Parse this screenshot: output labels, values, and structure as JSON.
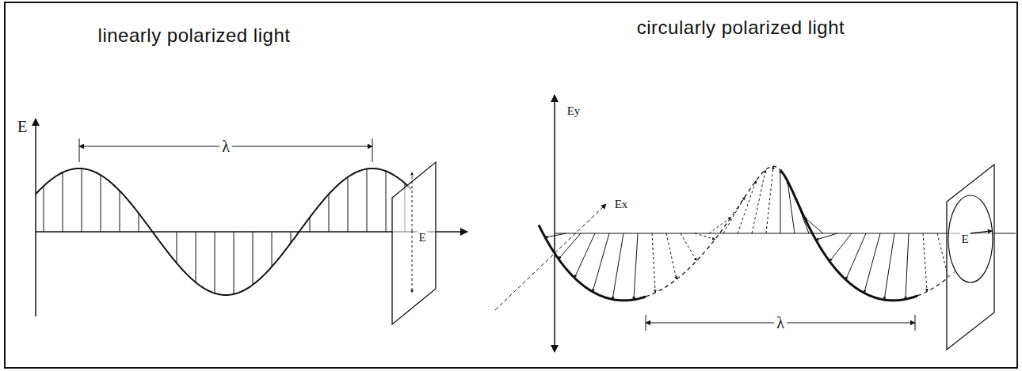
{
  "diagram": {
    "labels": [
      "linearly polarized light",
      "circularly polarized light",
      "E",
      "λ",
      "E",
      "Ey",
      "Ex",
      "λ",
      "E"
    ]
  }
}
